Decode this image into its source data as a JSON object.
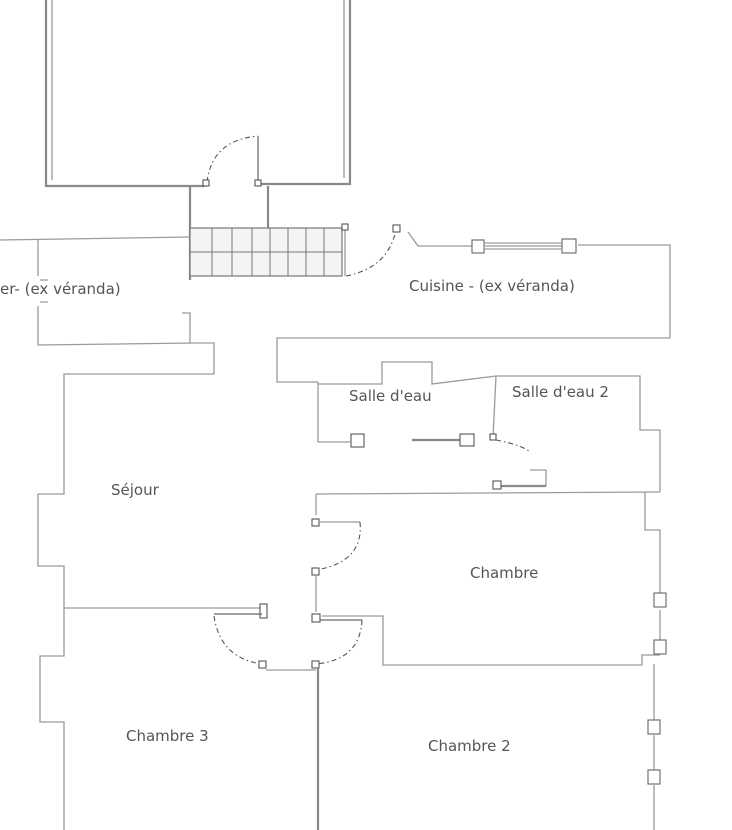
{
  "rooms": {
    "left_veranda": "er- (ex véranda)",
    "cuisine": "Cuisine - (ex véranda)",
    "salle_eau": "Salle d'eau",
    "salle_eau_2": "Salle d'eau 2",
    "sejour": "Séjour",
    "chambre": "Chambre",
    "chambre_2": "Chambre 2",
    "chambre_3": "Chambre 3"
  },
  "colors": {
    "wall": "#8a8a8a",
    "text": "#555555",
    "background": "#ffffff"
  }
}
